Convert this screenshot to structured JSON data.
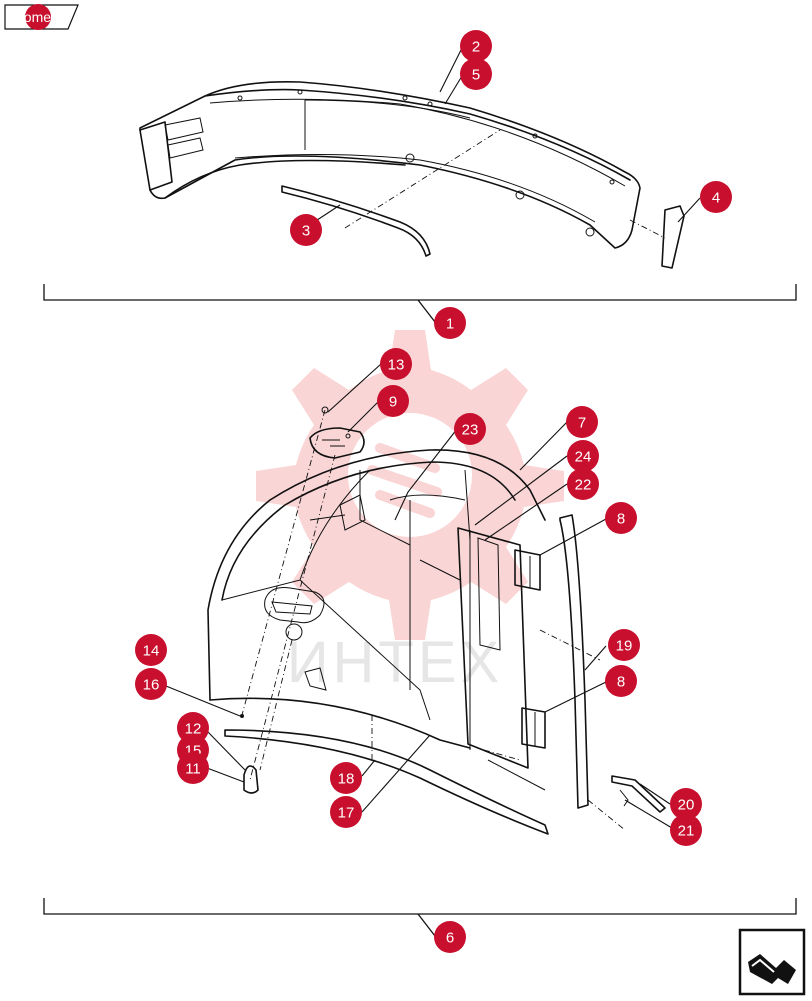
{
  "nav": {
    "home_label": "home",
    "nav_icon": "arrow-turn-icon"
  },
  "watermark": {
    "text": "ИНТЕХ",
    "icon": "gear-watermark-icon"
  },
  "colors": {
    "callout": "#c8102e",
    "watermark": "#f4a3a3",
    "line": "#111111"
  },
  "callouts": [
    {
      "id": "c2",
      "label": "2"
    },
    {
      "id": "c5",
      "label": "5"
    },
    {
      "id": "c3",
      "label": "3"
    },
    {
      "id": "c4",
      "label": "4"
    },
    {
      "id": "c1",
      "label": "1"
    },
    {
      "id": "c13",
      "label": "13"
    },
    {
      "id": "c9",
      "label": "9"
    },
    {
      "id": "c23",
      "label": "23"
    },
    {
      "id": "c7",
      "label": "7"
    },
    {
      "id": "c24",
      "label": "24"
    },
    {
      "id": "c22",
      "label": "22"
    },
    {
      "id": "c8a",
      "label": "8"
    },
    {
      "id": "c19",
      "label": "19"
    },
    {
      "id": "c8b",
      "label": "8"
    },
    {
      "id": "c14",
      "label": "14"
    },
    {
      "id": "c16",
      "label": "16"
    },
    {
      "id": "c12",
      "label": "12"
    },
    {
      "id": "c15",
      "label": "15"
    },
    {
      "id": "c11",
      "label": "11"
    },
    {
      "id": "c18",
      "label": "18"
    },
    {
      "id": "c17",
      "label": "17"
    },
    {
      "id": "c20",
      "label": "20"
    },
    {
      "id": "c21",
      "label": "21"
    },
    {
      "id": "c6",
      "label": "6"
    }
  ]
}
